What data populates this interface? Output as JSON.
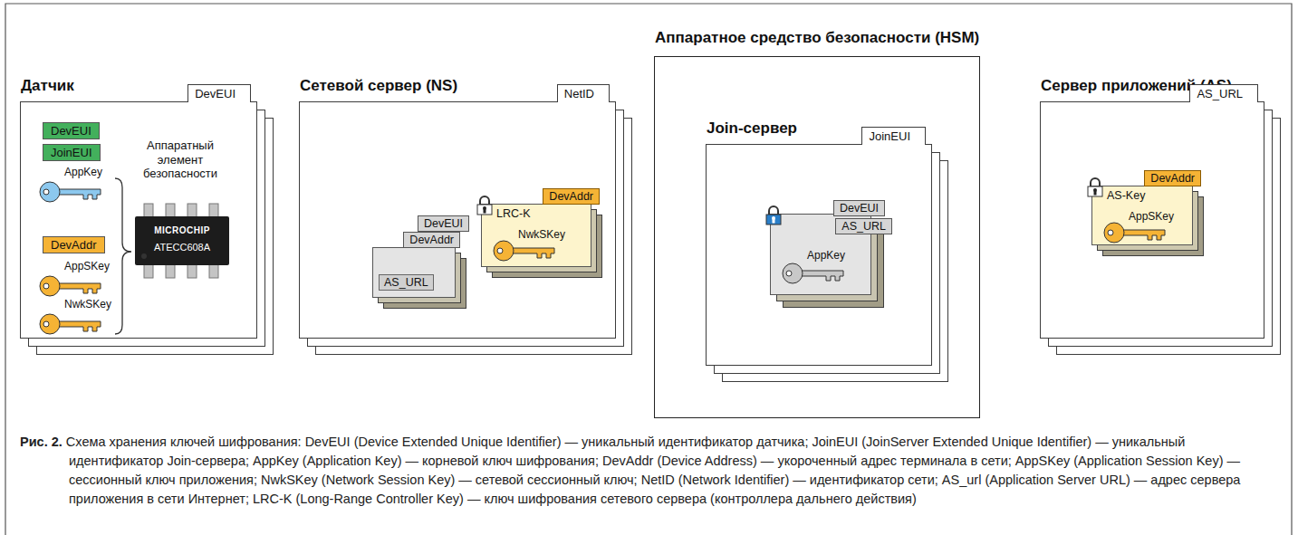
{
  "diagram": {
    "caption": "Рис. 2. Схема хранения ключей шифрования: DevEUI (Device Extended Unique Identifier) — уникальный идентификатор датчика; JoinEUI (JoinServer Extended Unique Identifier) — уникальный идентификатор Join-сервера; AppKey (Application Key) — корневой ключ шифрования; DevAddr (Device Address) — укороченный адрес терминала в сети; AppSKey (Application Session Key) — сессионный ключ приложения; NwkSKey (Network Session Key) — сетевой сессионный ключ; NetID (Network Identifier) — идентификатор сети; AS_url (Application Server URL) — адрес сервера приложения в сети Интернет; LRC-K (Long-Range Controller Key) — ключ шифрования сетевого сервера (контроллера дальнего действия)",
    "nodes": [
      {
        "text": [
          "Датчик",
          "DevEUI"
        ]
      },
      {
        "text": [
          "DevEUI"
        ],
        "in": 0
      },
      {
        "text": [
          "JoinEUI"
        ],
        "in": 0
      },
      {
        "text": [
          "DevAddr"
        ],
        "in": 0
      },
      {
        "text": [
          "Сетевой сервер (NS)",
          "NetID"
        ]
      },
      {
        "text": [
          "DevEUI",
          "DevAddr",
          "AS_URL"
        ],
        "in": 4
      },
      {
        "text": [
          "LRC-K",
          "DevAddr",
          "NwkSKey"
        ],
        "in": 4
      },
      {
        "text": [
          "Аппаратное средство безопасности (HSM)"
        ]
      },
      {
        "text": [
          "Join-сервер",
          "JoinEUI"
        ],
        "in": 7
      },
      {
        "text": [
          "DevEUI",
          "AS_URL",
          "AppKey"
        ],
        "in": 8
      },
      {
        "text": [
          "Сервер приложений (AS)",
          "AS_URL"
        ]
      },
      {
        "text": [
          "AS-Key",
          "DevAddr",
          "AppSKey"
        ],
        "in": 10
      }
    ],
    "labels": [
      "AppKey",
      "Аппаратный элемент безопасности",
      "MICROCHIP",
      "ATECC608A",
      "AppSKey",
      "NwkSKey"
    ]
  }
}
